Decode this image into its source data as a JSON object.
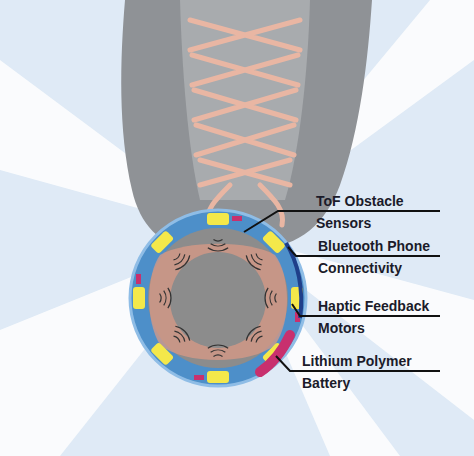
{
  "diagram": {
    "labels": [
      "ToF Obstacle Sensors",
      "Bluetooth Phone Connectivity",
      "Haptic Feedback Motors",
      "Lithium Polymer Battery"
    ]
  }
}
